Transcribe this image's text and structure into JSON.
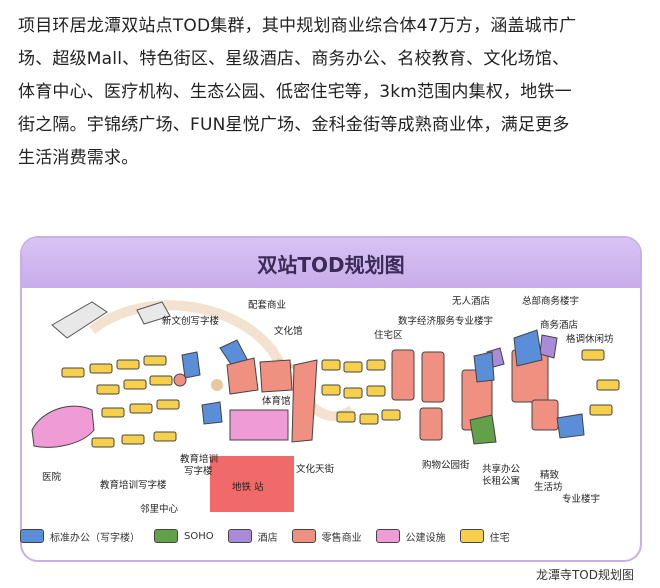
{
  "intro": {
    "lines": [
      "项目环居龙潭双站点TOD集群，其中规划商业综合体47万方，涵盖城市广",
      "场、超级Mall、特色街区、星级酒店、商务办公、名校教育、文化场馆、",
      "体育中心、医疗机构、生态公园、低密住宅等，3km范围内集权，地铁一",
      "街之隔。宇锦绣广场、FUN星悦广场、金科金街等成熟商业体，满足更多",
      "生活消费需求。"
    ]
  },
  "card": {
    "title": "双站TOD规划图",
    "labels": {
      "xinwenchuang": "新文创写字楼",
      "peitao": "配套商业",
      "wenhuaguan": "文化馆",
      "tiyuguan": "体育馆",
      "jiaoyu_line1": "教育培训",
      "jiaoyu_line2": "写字楼",
      "wenhua_tianjie": "文化天街",
      "zhuzhai": "住宅区",
      "shuzi": "数字经济服务专业楼宇",
      "wuren": "无人酒店",
      "zongbu": "总部商务楼宇",
      "shangwu_jiudian": "商务酒店",
      "getiao": "格调休闲坊",
      "yiyuan": "医院",
      "jiaoyu_xiezilou": "教育培训写字楼",
      "linli": "邻里中心",
      "gouwu": "购物公园街",
      "gongxiang_line1": "共享办公",
      "gongxiang_line2": "长租公寓",
      "jingzhi_line1": "精致",
      "jingzhi_line2": "生活坊",
      "zhuanye": "专业楼宇",
      "station": "地铁 站"
    }
  },
  "legend": [
    {
      "label": "标准办公（写字楼）",
      "color": "#5b8ed8"
    },
    {
      "label": "SOHO",
      "color": "#62a04a"
    },
    {
      "label": "酒店",
      "color": "#a98bd8"
    },
    {
      "label": "零售商业",
      "color": "#f09080"
    },
    {
      "label": "公建设施",
      "color": "#ee9bd6"
    },
    {
      "label": "住宅",
      "color": "#f6d04c"
    }
  ],
  "caption": "龙潭寺TOD规划图"
}
